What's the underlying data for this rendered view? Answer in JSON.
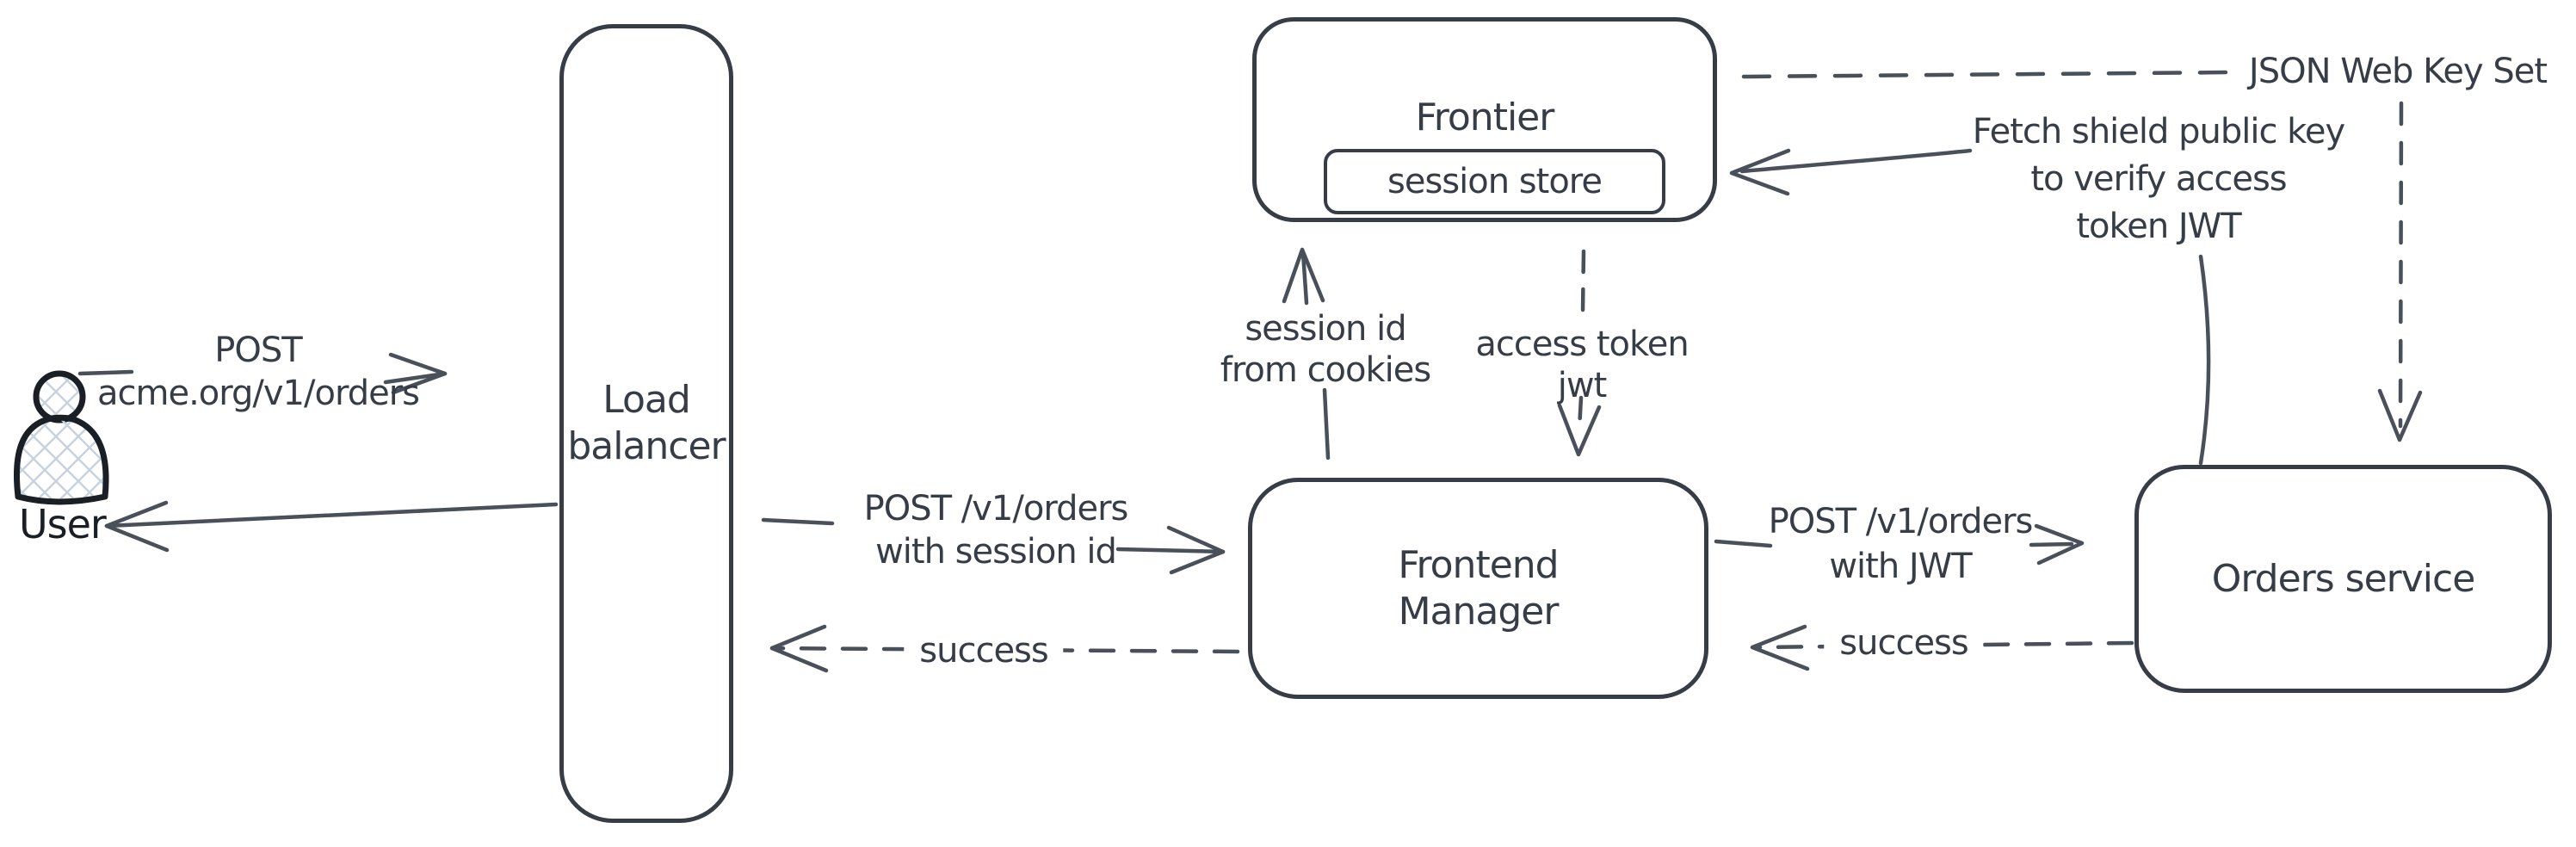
{
  "colors": {
    "background": "#ffffff",
    "ink": "#363d47",
    "arrow": "#49505a",
    "user_fill_hatch": "#c9d3de"
  },
  "nodes": {
    "user": {
      "label": "User"
    },
    "load_balancer": {
      "label": "Load\nbalancer"
    },
    "frontier": {
      "label": "Frontier"
    },
    "session_store": {
      "label": "session store"
    },
    "frontend_manager": {
      "label": "Frontend\nManager"
    },
    "orders_service": {
      "label": "Orders service"
    }
  },
  "edges": {
    "user_to_lb": {
      "label": "POST\nacme.org/v1/orders",
      "style": "solid"
    },
    "lb_to_user": {
      "style": "solid"
    },
    "lb_to_fm": {
      "label": "POST /v1/orders\nwith session id",
      "style": "solid"
    },
    "fm_to_lb": {
      "label": "success",
      "style": "dashed"
    },
    "fm_to_frontier": {
      "label": "session id\nfrom cookies",
      "style": "solid"
    },
    "frontier_to_fm": {
      "label": "access token\njwt",
      "style": "dashed"
    },
    "frontier_to_jwks": {
      "label": "JSON Web Key Set",
      "style": "dashed"
    },
    "jwks_to_orders": {
      "style": "dashed"
    },
    "orders_to_frontier": {
      "label": "Fetch shield public key\nto verify access\ntoken JWT",
      "style": "solid"
    },
    "fm_to_orders": {
      "label": "POST /v1/orders\nwith JWT",
      "style": "solid"
    },
    "orders_to_fm": {
      "label": "success",
      "style": "dashed"
    }
  }
}
